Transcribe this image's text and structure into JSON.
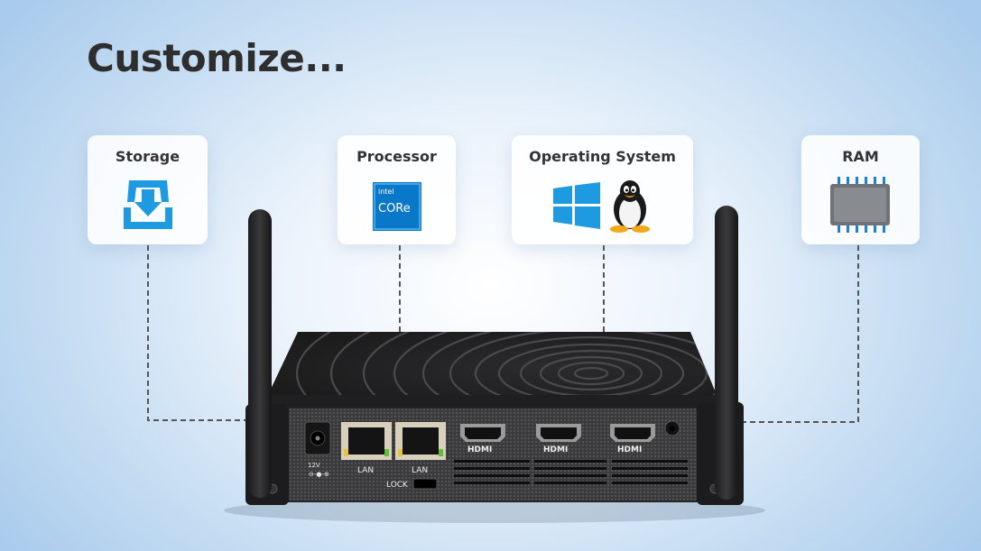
{
  "headline": "Customize...",
  "cards": {
    "storage": {
      "label": "Storage",
      "icon": "storage-download-icon"
    },
    "processor": {
      "label": "Processor",
      "icon": "intel-core-icon",
      "chip_brand": "intel",
      "chip_line": "CORe"
    },
    "os": {
      "label": "Operating System",
      "icons": [
        "windows-icon",
        "linux-tux-icon"
      ]
    },
    "ram": {
      "label": "RAM",
      "icon": "memory-chip-icon"
    }
  },
  "device": {
    "port_labels": {
      "dc": "12V",
      "lan1": "LAN",
      "lan2": "LAN",
      "hdmi1": "HDMI",
      "hdmi2": "HDMI",
      "hdmi3": "HDMI",
      "lock": "LOCK"
    }
  },
  "colors": {
    "accent_blue": "#1e9be0",
    "intel_blue": "#0a78c9",
    "text_dark": "#2e2e2e",
    "connector_line": "#555555"
  }
}
